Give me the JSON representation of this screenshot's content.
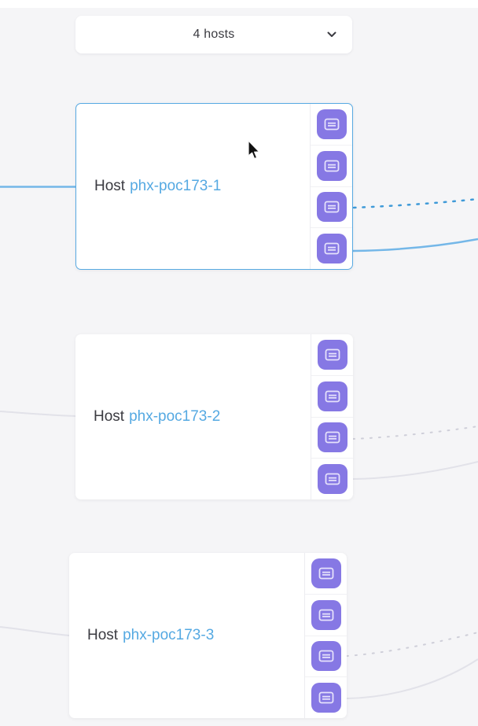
{
  "toolbar": {
    "hosts_dropdown_label": "4 hosts"
  },
  "hosts": [
    {
      "prefix": "Host",
      "name": "phx-poc173-1",
      "selected": true,
      "console_buttons": 4
    },
    {
      "prefix": "Host",
      "name": "phx-poc173-2",
      "selected": false,
      "console_buttons": 4
    },
    {
      "prefix": "Host",
      "name": "phx-poc173-3",
      "selected": false,
      "console_buttons": 4
    }
  ],
  "colors": {
    "accent_blue": "#55a9e2",
    "selected_border": "#57a9e2",
    "button_purple": "#8678e4",
    "solid_blue_edge": "#74b7e8",
    "dotted_blue_edge": "#3f9ad8",
    "gray_edge": "#e2e2e9",
    "gray_dotted_edge": "#cfcfd9",
    "background": "#f5f5f7",
    "text_dark": "#3b3b41"
  },
  "icons": {
    "chevron_down": "chevron-down",
    "console": "console-panel"
  }
}
